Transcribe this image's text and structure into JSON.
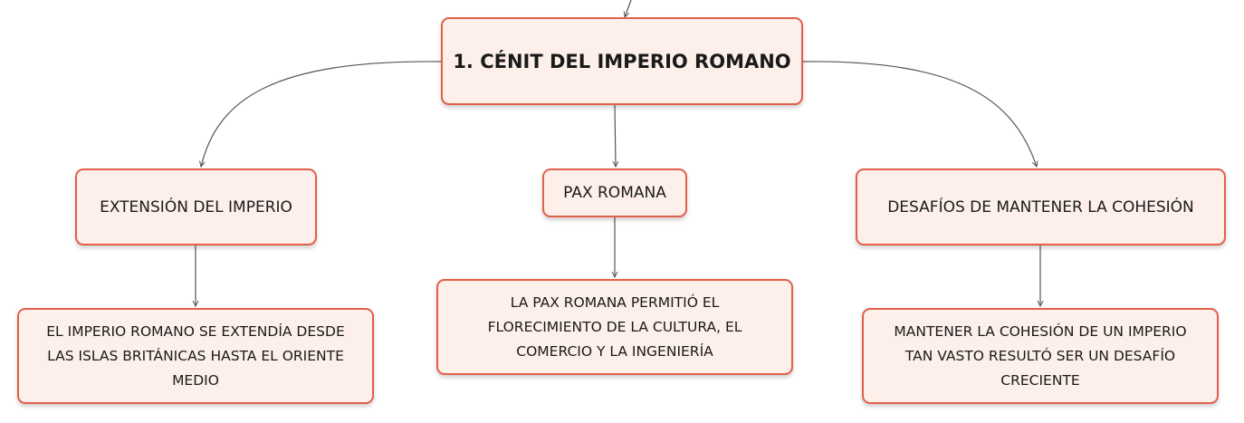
{
  "root": {
    "title": "1. CÉNIT DEL IMPERIO ROMANO"
  },
  "topics": [
    {
      "label": "EXTENSIÓN DEL IMPERIO",
      "detail": "EL IMPERIO ROMANO SE EXTENDÍA DESDE LAS ISLAS BRITÁNICAS HASTA EL ORIENTE MEDIO"
    },
    {
      "label": "PAX ROMANA",
      "detail": "LA PAX ROMANA PERMITIÓ EL FLORECIMIENTO DE LA CULTURA, EL COMERCIO Y LA INGENIERÍA"
    },
    {
      "label": "DESAFÍOS DE MANTENER LA COHESIÓN",
      "detail": "MANTENER LA COHESIÓN DE UN IMPERIO TAN VASTO RESULTÓ SER UN DESAFÍO CRECIENTE"
    }
  ],
  "colors": {
    "node_fill": "#fdefea",
    "node_border": "#e2604a",
    "connector": "#555555"
  }
}
